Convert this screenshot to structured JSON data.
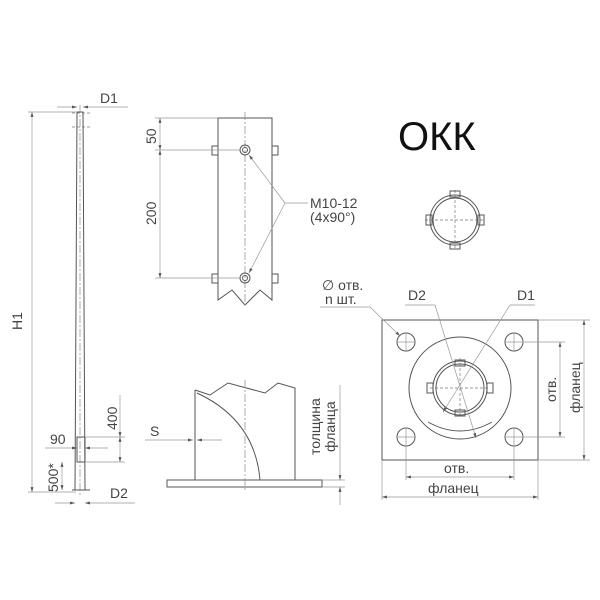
{
  "title": "ОКК",
  "pole": {
    "d1": "D1",
    "h1": "H1",
    "d2": "D2",
    "dim_90": "90",
    "dim_400": "400",
    "dim_500": "500*"
  },
  "detail": {
    "dim_50": "50",
    "dim_200": "200",
    "bolt": "M10-12",
    "bolt_layout": "(4x90°)"
  },
  "base": {
    "s": "S",
    "thickness_1": "толщина",
    "thickness_2": "фланца"
  },
  "flange": {
    "hole_dia": "∅ отв.",
    "hole_count": "n шт.",
    "d2": "D2",
    "d1": "D1",
    "holes_span_v": "отв.",
    "flange_v": "фланец",
    "holes_span_h": "отв.",
    "flange_h": "фланец"
  },
  "colors": {
    "line": "#555555",
    "text": "#444444"
  }
}
